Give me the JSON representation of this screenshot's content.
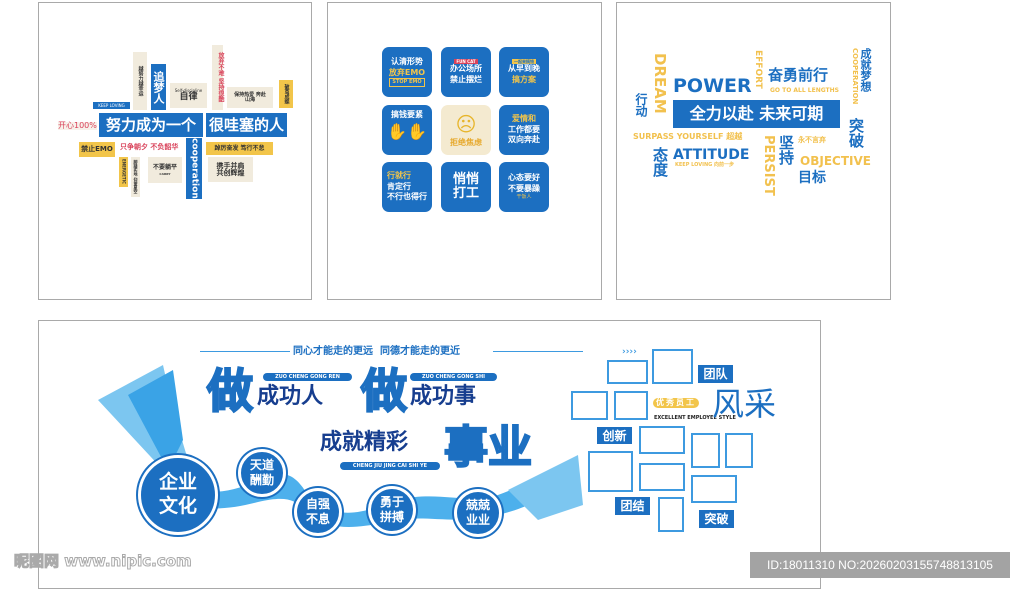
{
  "colors": {
    "blue": "#1c6fc1",
    "yellow": "#f2c54a",
    "cream": "#f1ebdd",
    "red": "#d9435b",
    "light_blue": "#3d9ae0"
  },
  "panel1": {
    "main_left": "努力成为一个",
    "main_right": "很哇塞的人",
    "keep_loving": "KEEP LOVING",
    "chase_dream": "追梦人",
    "self_discipline_en": "Self-discipline",
    "self_discipline": "自律",
    "persist_red": "放弃不难 坚持很酷",
    "keep_love": "保持热爱 奔赴山海",
    "yellow_vertical": "破茧成蝶",
    "happy": "开心100%",
    "no_emo": "禁止EMO",
    "seize": "只争朝夕 不负韶华",
    "cooperation": "cooperation",
    "strive": "踔厉奋发 笃行不怠",
    "hand_in_hand": "携手并肩 共创辉煌",
    "no_lying_flat": "不要躺平",
    "carry": "CARRY",
    "energetic": "ENERGETIC",
    "small_vertical_a": "越努力越幸运",
    "small_vertical_b": "脚踏实地 仰望星空"
  },
  "panel2": {
    "tiles": [
      {
        "line1": "认清形势",
        "line2": "放弃EMO",
        "line3": "STOP EMO"
      },
      {
        "badge": "FUN CAT",
        "line1": "办公场所",
        "line2": "禁止摆烂"
      },
      {
        "badge": "一起来搞钱",
        "line1": "从早到晚",
        "line2": "搞方案"
      },
      {
        "line1": "搞钱要紧"
      },
      {
        "line1": "拒绝焦虑",
        "icon": "worried-face"
      },
      {
        "line1": "爱情和",
        "line2": "工作都要",
        "line3": "双向奔赴"
      },
      {
        "line1": "行就行",
        "line2": "肯定行",
        "line3": "不行也得行"
      },
      {
        "line1": "悄悄",
        "line2": "打工"
      },
      {
        "line1": "心态要好",
        "line2": "不要暴躁",
        "line3": "干饭人"
      }
    ]
  },
  "panel3": {
    "dream": "DREAM",
    "power": "POWER",
    "effort": "EFFORT",
    "brave": "奋勇前行",
    "go_lengths": "GO TO ALL LENGTHS",
    "cooperation": "COOPERATION",
    "achieve": "成就梦想",
    "action": "行动",
    "main": "全力以赴 未来可期",
    "breakthrough": "突破",
    "surpass": "SURPASS YOURSELF",
    "surpass_cn": "超越",
    "persist": "PERSIST",
    "persist_cn": "坚持",
    "never_give_up": "永不言弃",
    "attitude_cn": "态度",
    "attitude": "ATTITUDE",
    "keep_loving": "KEEP LOVING",
    "step_forward": "向前一步",
    "objective": "OBJECTIVE",
    "objective_cn": "目标"
  },
  "panel4": {
    "slogan": "同心才能走的更远  同德才能走的更近",
    "zuo": "做",
    "person": "成功人",
    "pinyin_person": "ZUO CHENG GONG REN",
    "thing": "成功事",
    "pinyin_thing": "ZUO CHENG GONG SHI",
    "achieve": "成就精彩",
    "career": "事业",
    "pinyin_career": "CHENG JIU JING CAI SHI YE",
    "circles": [
      "企业\n文化",
      "天道\n酬勤",
      "自强\n不息",
      "勇于\n拼搏",
      "兢兢\n业业"
    ],
    "arrows": "››››",
    "excellent": "优秀员工",
    "style_en": "EXCELLENT EMPLOYEE STYLE",
    "style_cn": "风采",
    "team": "团队",
    "innovate": "创新",
    "unite": "团结",
    "breakthrough": "突破"
  },
  "watermark": {
    "logo": "昵图网 www.nipic.com",
    "id": "ID:18011310 NO:20260203155748813105"
  }
}
